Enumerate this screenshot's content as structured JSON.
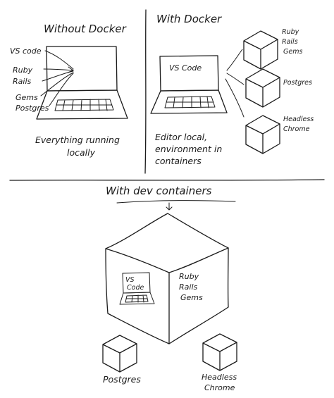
{
  "panels": {
    "without_docker": {
      "title": "Without Docker",
      "laptop_labels": [
        "VS code",
        "Ruby",
        "Rails",
        "Gems",
        "Postgres"
      ],
      "caption": [
        "Everything running",
        "locally"
      ]
    },
    "with_docker": {
      "title": "With Docker",
      "screen_label": "VS Code",
      "containers": [
        [
          "Ruby",
          "Rails",
          "Gems"
        ],
        [
          "Postgres"
        ],
        [
          "Headless",
          "Chrome"
        ]
      ],
      "caption": [
        "Editor local,",
        "environment in",
        "containers"
      ]
    },
    "dev_containers": {
      "title": "With dev containers",
      "screen_label": [
        "VS",
        "Code"
      ],
      "cube_label": [
        "Ruby",
        "Rails",
        "Gems"
      ],
      "containers": [
        [
          "Postgres"
        ],
        [
          "Headless",
          "Chrome"
        ]
      ]
    }
  },
  "colors": {
    "ink": "#1b1b1b",
    "paper": "#ffffff"
  }
}
